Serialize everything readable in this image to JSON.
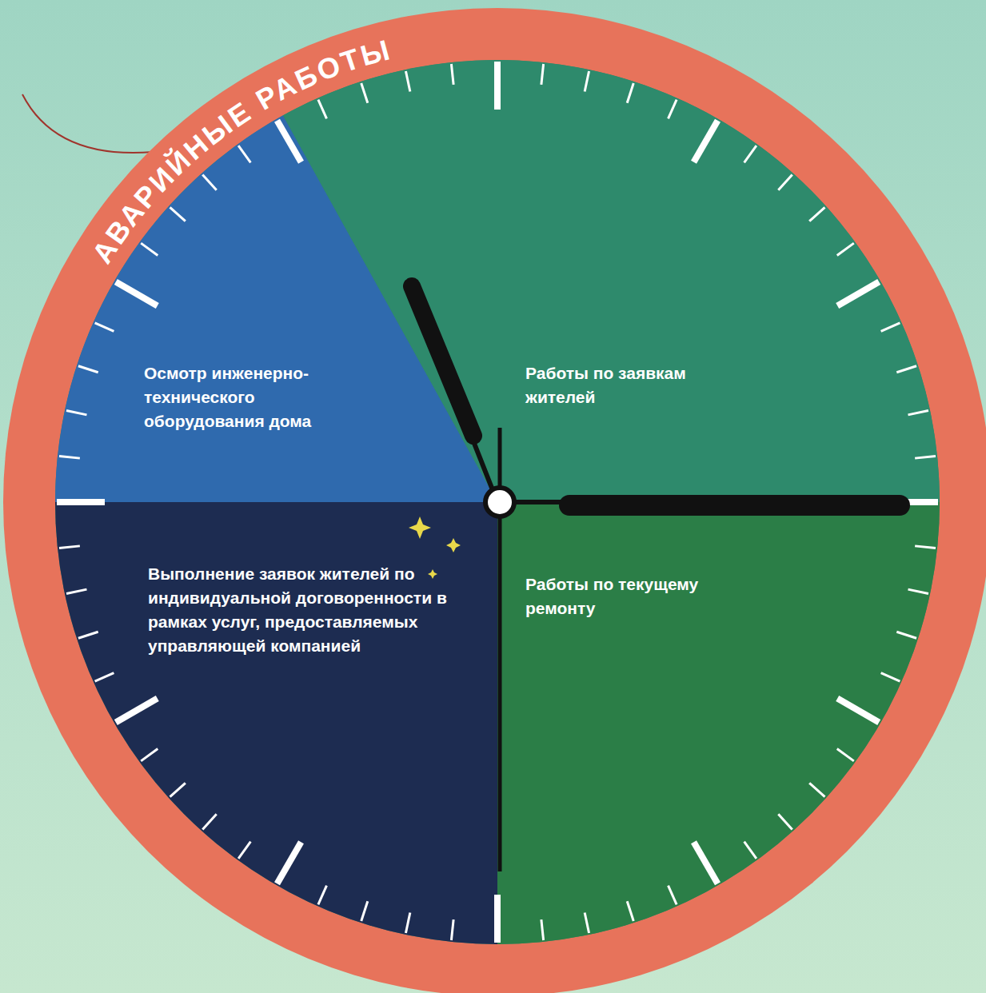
{
  "diagram": {
    "nodes": [
      {
        "text": [
          "Осмотр инженерно-технического оборудования дома"
        ]
      },
      {
        "text": [
          "Работы по заявкам жителей"
        ]
      },
      {
        "text": [
          "Выполнение заявок жителей по индивидуальной договоренности в рамках услуг, предоставляемых управляющей компанией"
        ]
      },
      {
        "text": [
          "Работы по текущему ремонту"
        ]
      }
    ],
    "labels": [
      "АВАРИЙНЫЕ РАБОТЫ"
    ]
  }
}
